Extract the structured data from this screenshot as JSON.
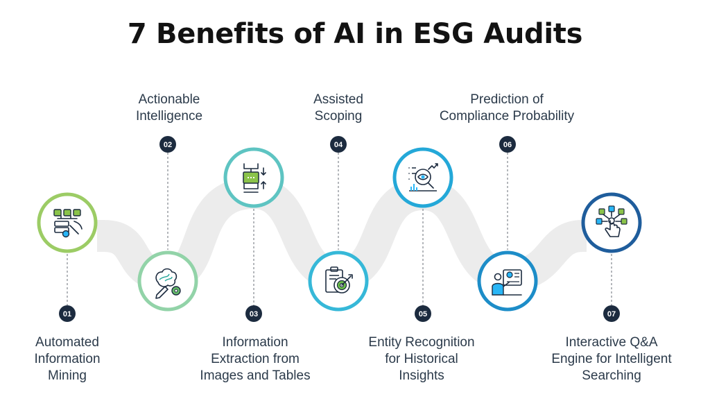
{
  "title": "7 Benefits of AI in ESG Audits",
  "colors": {
    "track": "#ececec",
    "badge": "#1c2b3f",
    "text": "#2b3a4a",
    "icon_stroke": "#1c2b3f"
  },
  "steps": [
    {
      "num": "01",
      "lines": [
        "Automated",
        "Information",
        "Mining"
      ],
      "ring": "#9ccc65",
      "icon": "server-mining-icon",
      "accent": "#8bc34a"
    },
    {
      "num": "02",
      "lines": [
        "Actionable",
        "Intelligence"
      ],
      "ring": "#92d3a8",
      "icon": "brain-pencil-gear-icon",
      "accent": "#66bb6a"
    },
    {
      "num": "03",
      "lines": [
        "Information",
        "Extraction from",
        "Images and Tables"
      ],
      "ring": "#5ec4c2",
      "icon": "data-extraction-icon",
      "accent": "#8bc34a"
    },
    {
      "num": "04",
      "lines": [
        "Assisted",
        "Scoping"
      ],
      "ring": "#36b8d8",
      "icon": "clipboard-target-icon",
      "accent": "#6cc04a"
    },
    {
      "num": "05",
      "lines": [
        "Entity Recognition",
        "for Historical",
        "Insights"
      ],
      "ring": "#24a8d8",
      "icon": "analytics-magnifier-icon",
      "accent": "#29b6f6"
    },
    {
      "num": "06",
      "lines": [
        "Prediction of",
        "Compliance Probability"
      ],
      "ring": "#1d8dc8",
      "icon": "presenter-chart-icon",
      "accent": "#29b6f6"
    },
    {
      "num": "07",
      "lines": [
        "Interactive Q&A",
        "Engine for Intelligent",
        "Searching"
      ],
      "ring": "#1f5d9c",
      "icon": "touch-network-icon",
      "accent": "#29b6f6"
    }
  ]
}
